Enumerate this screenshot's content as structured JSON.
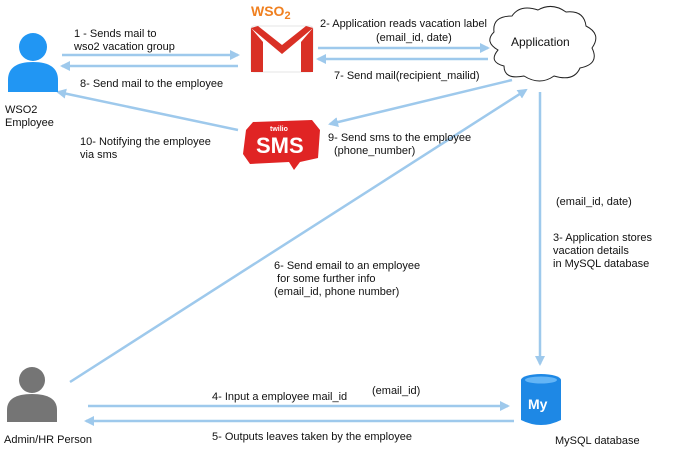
{
  "colors": {
    "arrow": "#9ec9ec",
    "person": "#2196f3",
    "person_admin": "#757575",
    "gmail_red": "#d93025",
    "sms_red": "#e02424",
    "mysql_blue": "#1e88e5",
    "wso2_orange": "#f08020"
  },
  "nodes": {
    "employee": {
      "label_line1": "WSO2",
      "label_line2": "Employee",
      "icon": "person-icon"
    },
    "gmail": {
      "brand": "WSO",
      "brand_sub": "2",
      "icon": "gmail-icon"
    },
    "application": {
      "label": "Application",
      "icon": "cloud-icon"
    },
    "sms": {
      "brand_small": "twilio",
      "brand": "SMS",
      "icon": "sms-icon"
    },
    "admin": {
      "label": "Admin/HR Person",
      "icon": "person-icon"
    },
    "mysql": {
      "label": "MySQL database",
      "logo_text": "My",
      "icon": "database-icon"
    }
  },
  "edges": {
    "e1": {
      "line1": "1 - Sends mail to",
      "line2": "wso2 vacation group"
    },
    "e8": {
      "line1": "8- Send mail to the employee"
    },
    "e2": {
      "line1": "2- Application reads  vacation label",
      "line2": "(email_id, date)"
    },
    "e7": {
      "line1": "7- Send mail(recipient_mailid)"
    },
    "e10": {
      "line1": "10- Notifying the employee",
      "line2": "via sms"
    },
    "e9": {
      "line1": "9- Send sms to the employee",
      "line2": "(phone_number)"
    },
    "e3": {
      "param": "(email_id, date)",
      "line1": "3- Application stores",
      "line2": "vacation details",
      "line3": "in MySQL database"
    },
    "e6": {
      "line1": "6- Send email to an employee",
      "line2": " for some further info",
      "line3": "(email_id, phone number)"
    },
    "e4": {
      "line1": "4- Input a employee mail_id",
      "param": "(email_id)"
    },
    "e5": {
      "line1": "5- Outputs leaves taken by the employee"
    }
  }
}
